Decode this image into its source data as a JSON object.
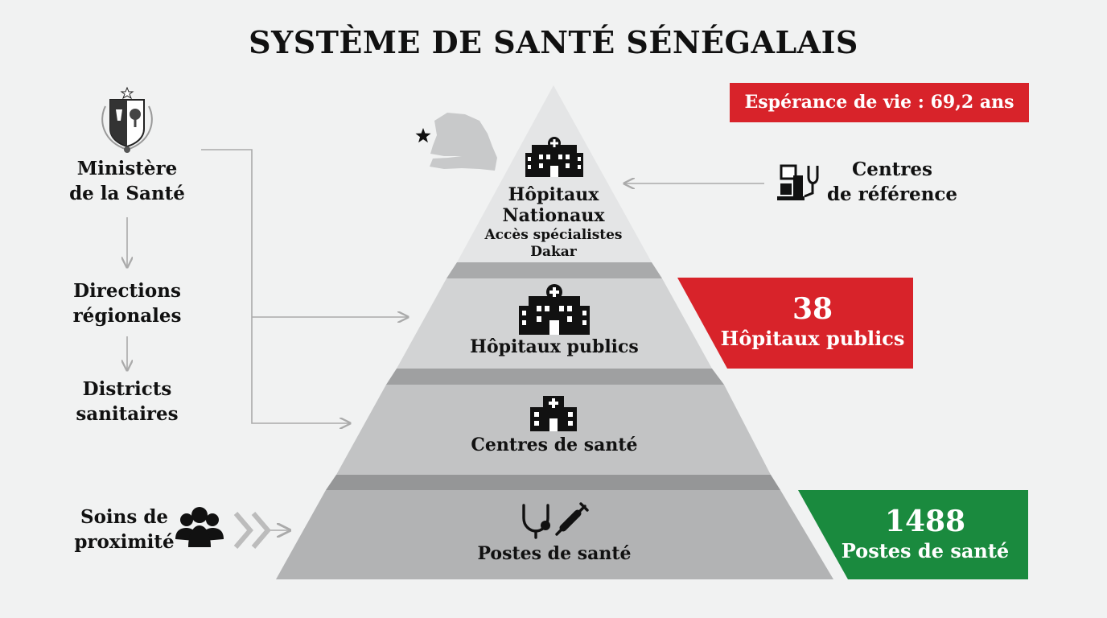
{
  "title": "SYSTÈME DE SANTÉ SÉNÉGALAIS",
  "life_expectancy": "Espérance de vie : 69,2 ans",
  "admin": {
    "ministry": [
      "Ministère",
      "de la Santé"
    ],
    "regional": [
      "Directions",
      "régionales"
    ],
    "districts": [
      "Districts",
      "sanitaires"
    ],
    "proximity": [
      "Soins de",
      "proximité"
    ]
  },
  "referral": [
    "Centres",
    "de référence"
  ],
  "tiers": {
    "national": {
      "line1": "Hôpitaux",
      "line2": "Nationaux",
      "line3": "Accès spécialistes",
      "line4": "Dakar"
    },
    "public": {
      "label": "Hôpitaux publics"
    },
    "centres": {
      "label": "Centres de santé"
    },
    "postes": {
      "label": "Postes de santé"
    }
  },
  "stats": {
    "hospitals": {
      "value": "38",
      "label": "Hôpitaux publics"
    },
    "postes": {
      "value": "1488",
      "label": "Postes de santé"
    }
  },
  "colors": {
    "red": "#d8232a",
    "green": "#1a8a3e",
    "tier1": "#e4e5e6",
    "tier2": "#d2d3d4",
    "tier3": "#c2c3c4",
    "tier4": "#b2b3b4"
  },
  "icons": [
    "senegal-coat-of-arms-icon",
    "senegal-map-icon",
    "star-icon",
    "hospital-icon",
    "medical-monitor-icon",
    "stethoscope-icon",
    "syringe-icon",
    "community-people-icon"
  ]
}
